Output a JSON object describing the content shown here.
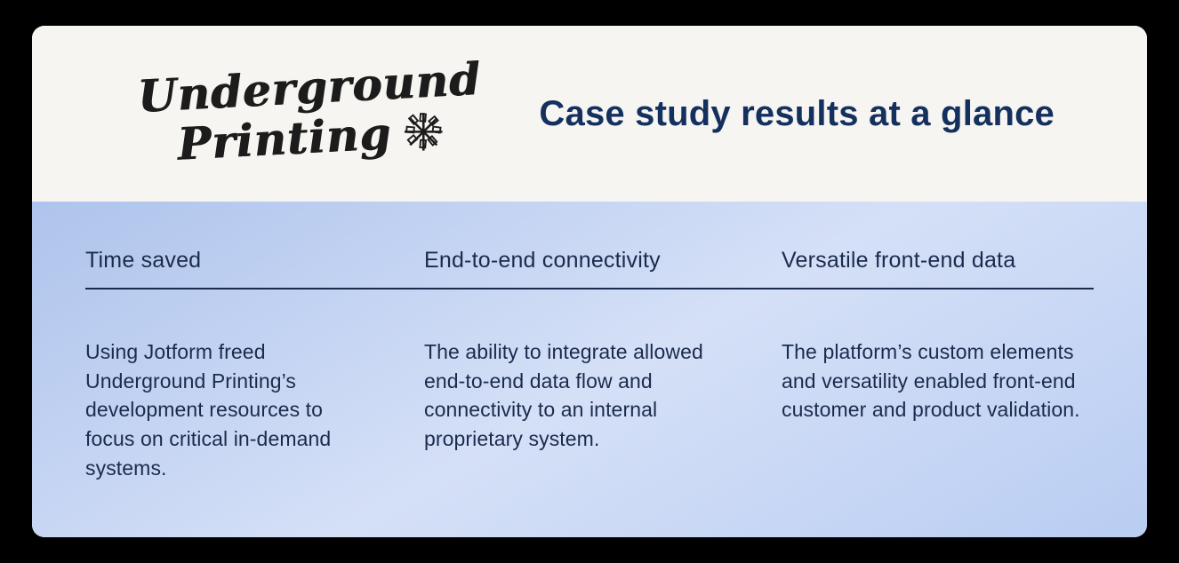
{
  "colors": {
    "page_bg": "#000000",
    "card_bg": "#f7f5f1",
    "panel_gradient_start": "#aec4ec",
    "panel_gradient_end": "#b9cdf2",
    "text": "#1b2b4d",
    "title": "#14305f"
  },
  "header": {
    "logo_line1": "Underground",
    "logo_line2": "Printing",
    "logo_icon": "pinwheel-asterisk-icon",
    "title": "Case study results at a glance"
  },
  "columns": [
    {
      "heading": "Time saved",
      "body": "Using Jotform freed Underground Printing’s development resources to focus on critical in-demand systems."
    },
    {
      "heading": "End-to-end connectivity",
      "body": "The ability to integrate allowed end-to-end data flow and connectivity to an internal proprietary system."
    },
    {
      "heading": "Versatile front-end data",
      "body": "The platform’s custom elements and versatility enabled front-end customer and product validation."
    }
  ]
}
